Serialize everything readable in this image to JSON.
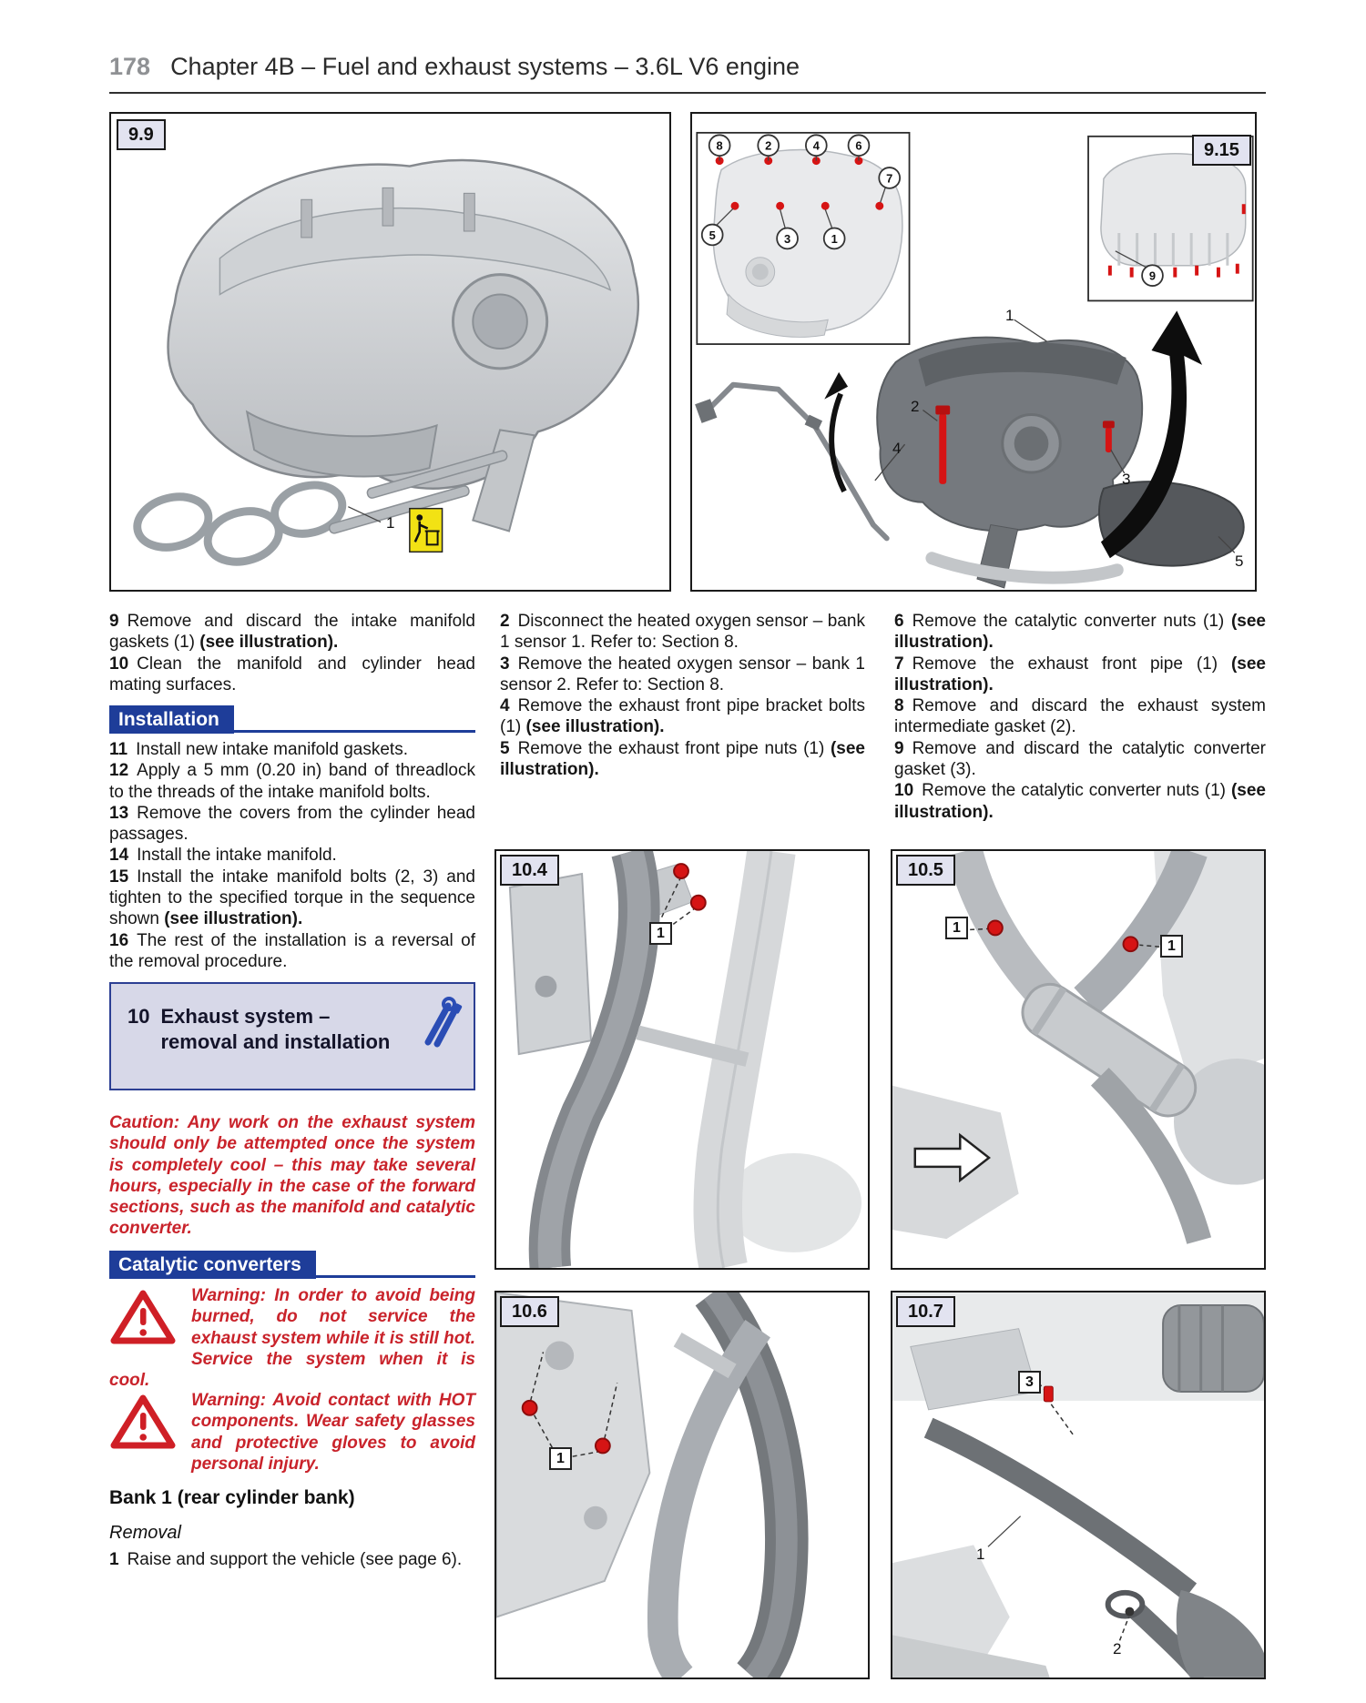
{
  "header": {
    "page_number": "178",
    "title": "Chapter 4B – Fuel and exhaust systems – 3.6L V6 engine"
  },
  "colors": {
    "header_blue": "#1e3d99",
    "section_box_bg": "#d7d8e8",
    "section_box_border": "#2c3f93",
    "figure_label_bg": "#e2e3f0",
    "warning_red": "#c9232b",
    "marker_red": "#d61414",
    "disposal_yellow": "#f2e214"
  },
  "icons": {
    "tools": "tools-icon",
    "warning": "warning-triangle-icon",
    "disposal": "disposal-warning-icon"
  },
  "figures": {
    "f9_9": {
      "label": "9.9",
      "callout": "1"
    },
    "f9_15": {
      "label": "9.15",
      "torque_sequence_top": [
        "8",
        "2",
        "4",
        "6"
      ],
      "torque_sequence_mid": [
        "5",
        "3",
        "1"
      ],
      "torque_sequence_side": "7",
      "inset_callout": "9",
      "part_callouts": [
        "1",
        "2",
        "3",
        "4",
        "5"
      ]
    },
    "f10_4": {
      "label": "10.4",
      "callout": "1"
    },
    "f10_5": {
      "label": "10.5",
      "callouts": [
        "1",
        "1"
      ]
    },
    "f10_6": {
      "label": "10.6",
      "callout": "1"
    },
    "f10_7": {
      "label": "10.7",
      "callouts": [
        "1",
        "2",
        "3"
      ]
    }
  },
  "col1": {
    "steps_pre": [
      {
        "runs": [
          {
            "t": "9",
            "b": true
          },
          {
            "t": "Remove and discard the intake manifold gaskets (1) "
          },
          {
            "t": "(see illustration).",
            "b": true
          }
        ]
      },
      {
        "runs": [
          {
            "t": "10",
            "b": true
          },
          {
            "t": "Clean the manifold and cylinder head mating surfaces."
          }
        ]
      }
    ],
    "installation_header": "Installation",
    "steps_install": [
      {
        "runs": [
          {
            "t": "11",
            "b": true
          },
          {
            "t": "Install new intake manifold gaskets."
          }
        ]
      },
      {
        "runs": [
          {
            "t": "12",
            "b": true
          },
          {
            "t": "Apply a 5 mm (0.20 in) band of threadlock to the threads of the intake manifold bolts."
          }
        ]
      },
      {
        "runs": [
          {
            "t": "13",
            "b": true
          },
          {
            "t": "Remove the covers from the cylinder head passages."
          }
        ]
      },
      {
        "runs": [
          {
            "t": "14",
            "b": true
          },
          {
            "t": "Install the intake manifold."
          }
        ]
      },
      {
        "runs": [
          {
            "t": "15",
            "b": true
          },
          {
            "t": "Install the intake manifold bolts (2, 3) and tighten to the specified torque in the sequence shown "
          },
          {
            "t": "(see illustration).",
            "b": true
          }
        ]
      },
      {
        "runs": [
          {
            "t": "16",
            "b": true
          },
          {
            "t": "The rest of the installation is a reversal of the removal procedure."
          }
        ]
      }
    ],
    "section_box": {
      "number": "10",
      "title_line1": "Exhaust system –",
      "title_line2": "removal and installation"
    },
    "caution": "Caution: Any work on the exhaust system should only be attempted once the system is completely cool – this may take several hours, especially in the case of the forward sections, such as the manifold and catalytic converter.",
    "catalytic_header": "Catalytic converters",
    "warning1": "Warning: In order to avoid being burned, do not service the exhaust system while it is still hot. Service the system when it is cool.",
    "warning2": "Warning: Avoid contact with HOT components. Wear safety glasses and protective gloves to avoid personal injury.",
    "bank_heading": "Bank 1 (rear cylinder bank)",
    "removal_heading": "Removal",
    "step1": {
      "runs": [
        {
          "t": "1",
          "b": true
        },
        {
          "t": "Raise and support the vehicle (see page 6)."
        }
      ]
    }
  },
  "col2": {
    "steps": [
      {
        "runs": [
          {
            "t": "2",
            "b": true
          },
          {
            "t": "Disconnect the heated oxygen sensor – bank 1 sensor 1. Refer to: Section 8."
          }
        ]
      },
      {
        "runs": [
          {
            "t": "3",
            "b": true
          },
          {
            "t": "Remove the heated oxygen sensor – bank 1 sensor 2. Refer to: Section 8."
          }
        ]
      },
      {
        "runs": [
          {
            "t": "4",
            "b": true
          },
          {
            "t": "Remove the exhaust front pipe bracket bolts (1) "
          },
          {
            "t": "(see illustration).",
            "b": true
          }
        ]
      },
      {
        "runs": [
          {
            "t": "5",
            "b": true
          },
          {
            "t": "Remove the exhaust front pipe nuts (1) "
          },
          {
            "t": "(see illustration).",
            "b": true
          }
        ]
      }
    ]
  },
  "col3": {
    "steps": [
      {
        "runs": [
          {
            "t": "6",
            "b": true
          },
          {
            "t": "Remove the catalytic converter nuts (1) "
          },
          {
            "t": "(see illustration).",
            "b": true
          }
        ]
      },
      {
        "runs": [
          {
            "t": "7",
            "b": true
          },
          {
            "t": "Remove the exhaust front pipe (1) "
          },
          {
            "t": "(see illustration).",
            "b": true
          }
        ]
      },
      {
        "runs": [
          {
            "t": "8",
            "b": true
          },
          {
            "t": "Remove and discard the exhaust system intermediate gasket (2)."
          }
        ]
      },
      {
        "runs": [
          {
            "t": "9",
            "b": true
          },
          {
            "t": "Remove and discard the catalytic converter gasket (3)."
          }
        ]
      },
      {
        "runs": [
          {
            "t": "10",
            "b": true
          },
          {
            "t": "Remove the catalytic converter nuts (1) "
          },
          {
            "t": "(see illustration).",
            "b": true
          }
        ]
      }
    ]
  }
}
